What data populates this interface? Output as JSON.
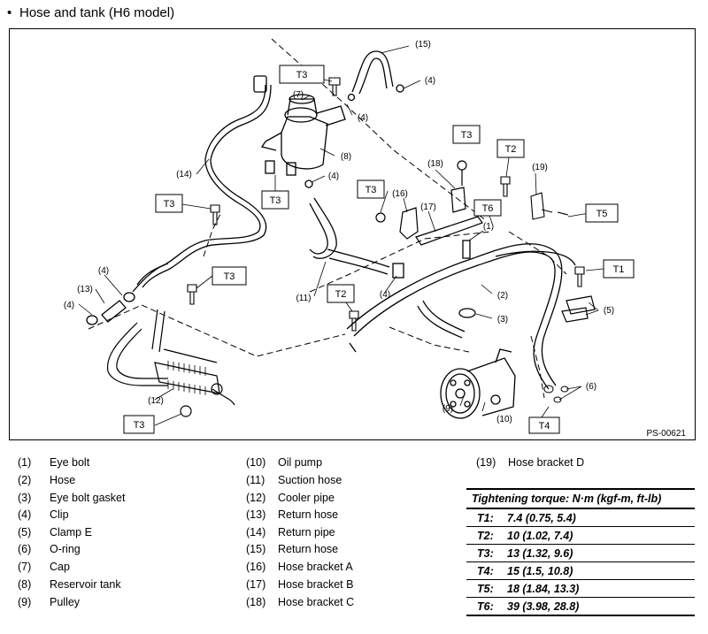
{
  "heading": {
    "bullet": "•",
    "title": "Hose and tank (H6 model)"
  },
  "figure_code": "PS-00621",
  "callouts": {
    "c1": "(1)",
    "c2": "(2)",
    "c3": "(3)",
    "c4a": "(4)",
    "c4b": "(4)",
    "c4c": "(4)",
    "c4d": "(4)",
    "c4e": "(4)",
    "c4f": "(4)",
    "c5": "(5)",
    "c6": "(6)",
    "c7": "(7)",
    "c8": "(8)",
    "c9": "(9)",
    "c10": "(10)",
    "c11": "(11)",
    "c12": "(12)",
    "c13": "(13)",
    "c14": "(14)",
    "c15": "(15)",
    "c16": "(16)",
    "c17": "(17)",
    "c18": "(18)",
    "c19": "(19)"
  },
  "torque_tags": {
    "t3a": "T3",
    "t3b": "T3",
    "t3c": "T3",
    "t3d": "T3",
    "t3e": "T3",
    "t3f": "T3",
    "t3g": "T3",
    "t2a": "T2",
    "t2b": "T2",
    "t6": "T6",
    "t5": "T5",
    "t1": "T1",
    "t4": "T4"
  },
  "legend": [
    {
      "num": "(1)",
      "name": "Eye bolt"
    },
    {
      "num": "(2)",
      "name": "Hose"
    },
    {
      "num": "(3)",
      "name": "Eye bolt gasket"
    },
    {
      "num": "(4)",
      "name": "Clip"
    },
    {
      "num": "(5)",
      "name": "Clamp E"
    },
    {
      "num": "(6)",
      "name": "O-ring"
    },
    {
      "num": "(7)",
      "name": "Cap"
    },
    {
      "num": "(8)",
      "name": "Reservoir tank"
    },
    {
      "num": "(9)",
      "name": "Pulley"
    },
    {
      "num": "(10)",
      "name": "Oil pump"
    },
    {
      "num": "(11)",
      "name": "Suction hose"
    },
    {
      "num": "(12)",
      "name": "Cooler pipe"
    },
    {
      "num": "(13)",
      "name": "Return hose"
    },
    {
      "num": "(14)",
      "name": "Return pipe"
    },
    {
      "num": "(15)",
      "name": "Return hose"
    },
    {
      "num": "(16)",
      "name": "Hose bracket A"
    },
    {
      "num": "(17)",
      "name": "Hose bracket B"
    },
    {
      "num": "(18)",
      "name": "Hose bracket C"
    },
    {
      "num": "(19)",
      "name": "Hose bracket D"
    }
  ],
  "torque": {
    "title": "Tightening torque: N·m (kgf-m, ft-lb)",
    "rows": [
      {
        "code": "T1:",
        "value": "7.4 (0.75, 5.4)"
      },
      {
        "code": "T2:",
        "value": "10 (1.02, 7.4)"
      },
      {
        "code": "T3:",
        "value": "13 (1.32, 9.6)"
      },
      {
        "code": "T4:",
        "value": "15 (1.5, 10.8)"
      },
      {
        "code": "T5:",
        "value": "18 (1.84, 13.3)"
      },
      {
        "code": "T6:",
        "value": "39 (3.98, 28.8)"
      }
    ]
  }
}
